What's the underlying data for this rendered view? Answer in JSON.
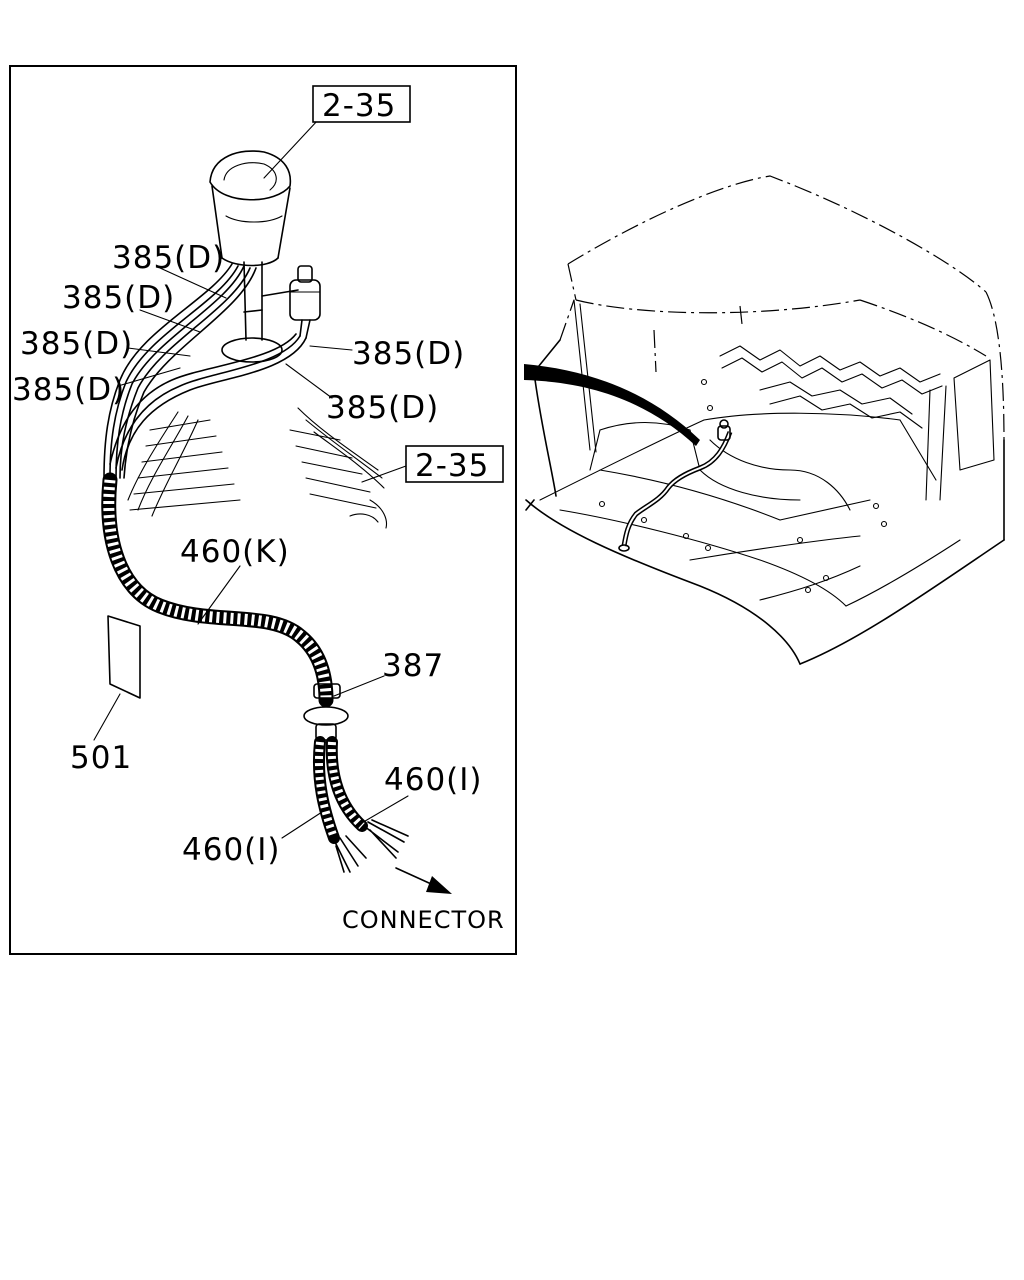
{
  "labels": {
    "ref_top": "2-35",
    "ref_right": "2-35",
    "wire_385d": "385(D)",
    "harness_460k": "460(K)",
    "grommet_387": "387",
    "label_501": "501",
    "branch_460i": "460(I)",
    "connector": "CONNECTOR"
  }
}
